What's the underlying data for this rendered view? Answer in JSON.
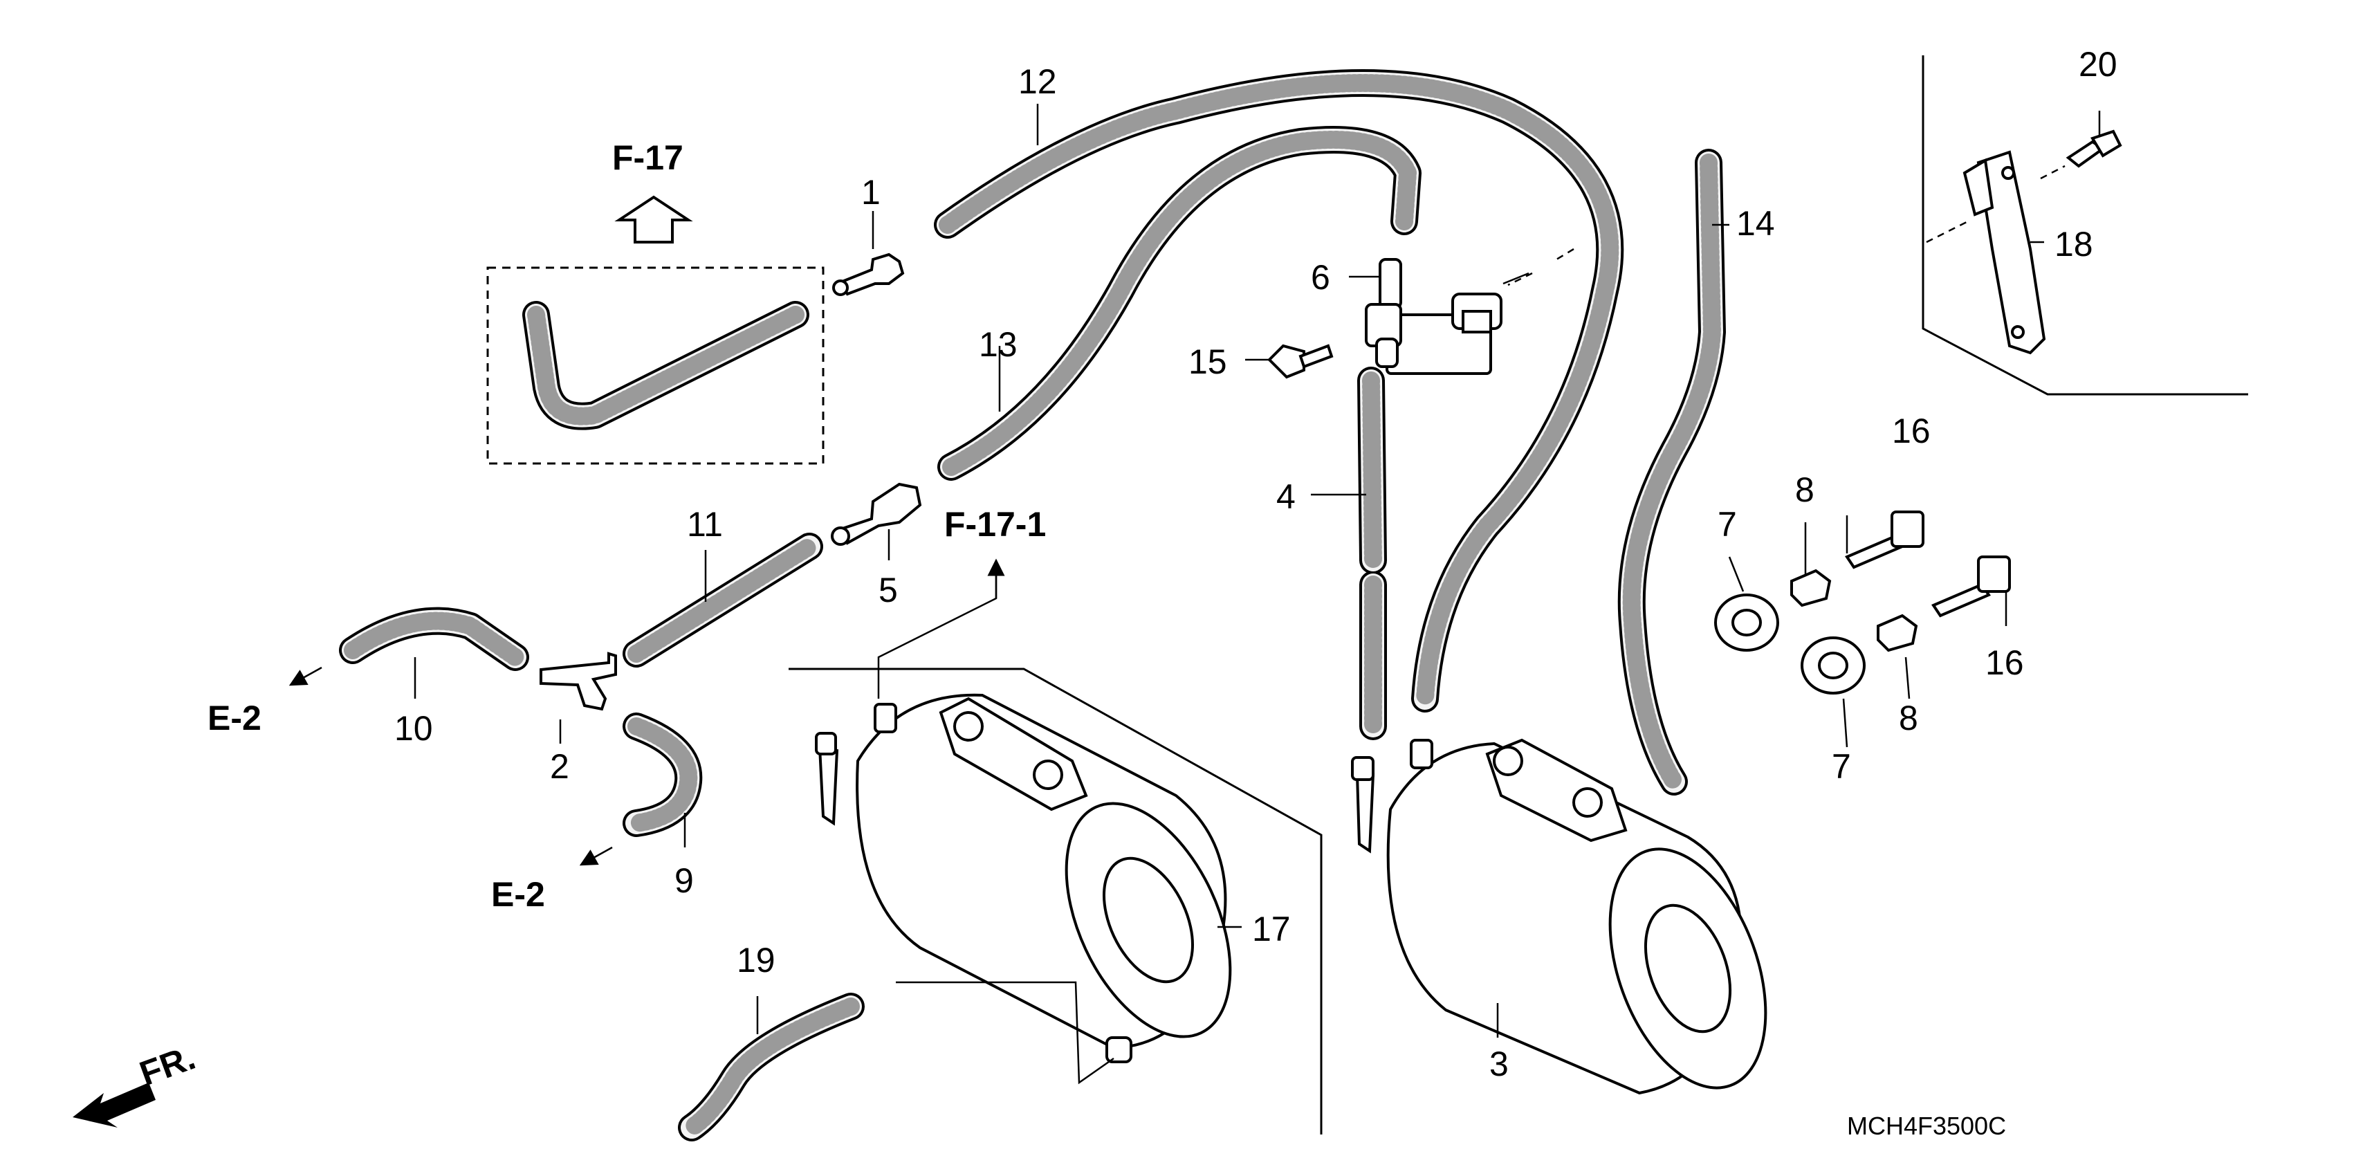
{
  "diagram": {
    "code": "MCH4F3500C",
    "front_marker": "FR.",
    "references": {
      "f17": "F-17",
      "f17_1": "F-17-1",
      "e2_upper": "E-2",
      "e2_lower": "E-2"
    },
    "callouts": {
      "p1": "1",
      "p2": "2",
      "p3": "3",
      "p4": "4",
      "p5": "5",
      "p6": "6",
      "p7_top": "7",
      "p7_bottom": "7",
      "p8_top": "8",
      "p8_bottom": "8",
      "p9": "9",
      "p10": "10",
      "p11": "11",
      "p12": "12",
      "p13": "13",
      "p14": "14",
      "p15": "15",
      "p16_top": "16",
      "p16_bottom": "16",
      "p17": "17",
      "p18": "18",
      "p19": "19",
      "p20": "20"
    }
  }
}
